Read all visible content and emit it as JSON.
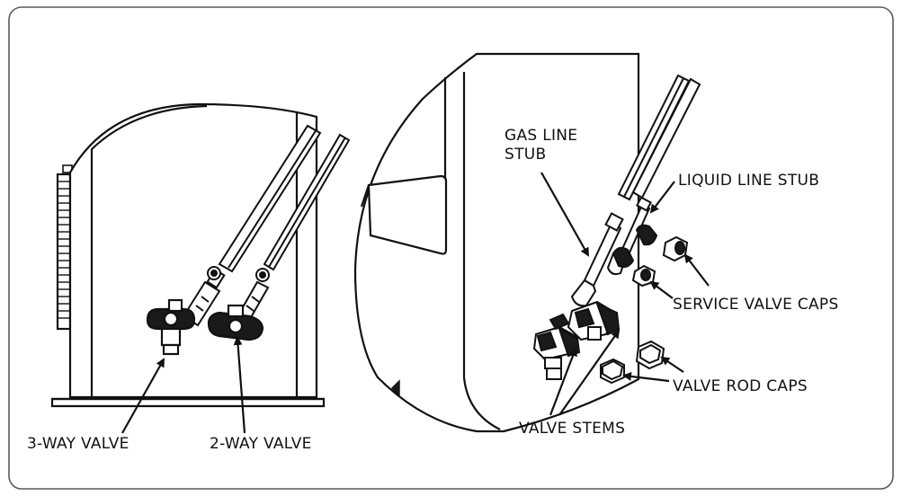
{
  "labels": {
    "gas_line_stub_line1": "GAS LINE",
    "gas_line_stub_line2": "STUB",
    "liquid_line_stub": "LIQUID LINE STUB",
    "service_valve_caps": "SERVICE VALVE CAPS",
    "valve_rod_caps": "VALVE ROD CAPS",
    "valve_stems": "VALVE STEMS",
    "three_way_valve": "3-WAY VALVE",
    "two_way_valve": "2-WAY VALVE"
  },
  "colors": {
    "ink": "#111111",
    "frame": "#5a5a5a",
    "fill": "#ffffff",
    "dark_part": "#1a1a1a"
  }
}
